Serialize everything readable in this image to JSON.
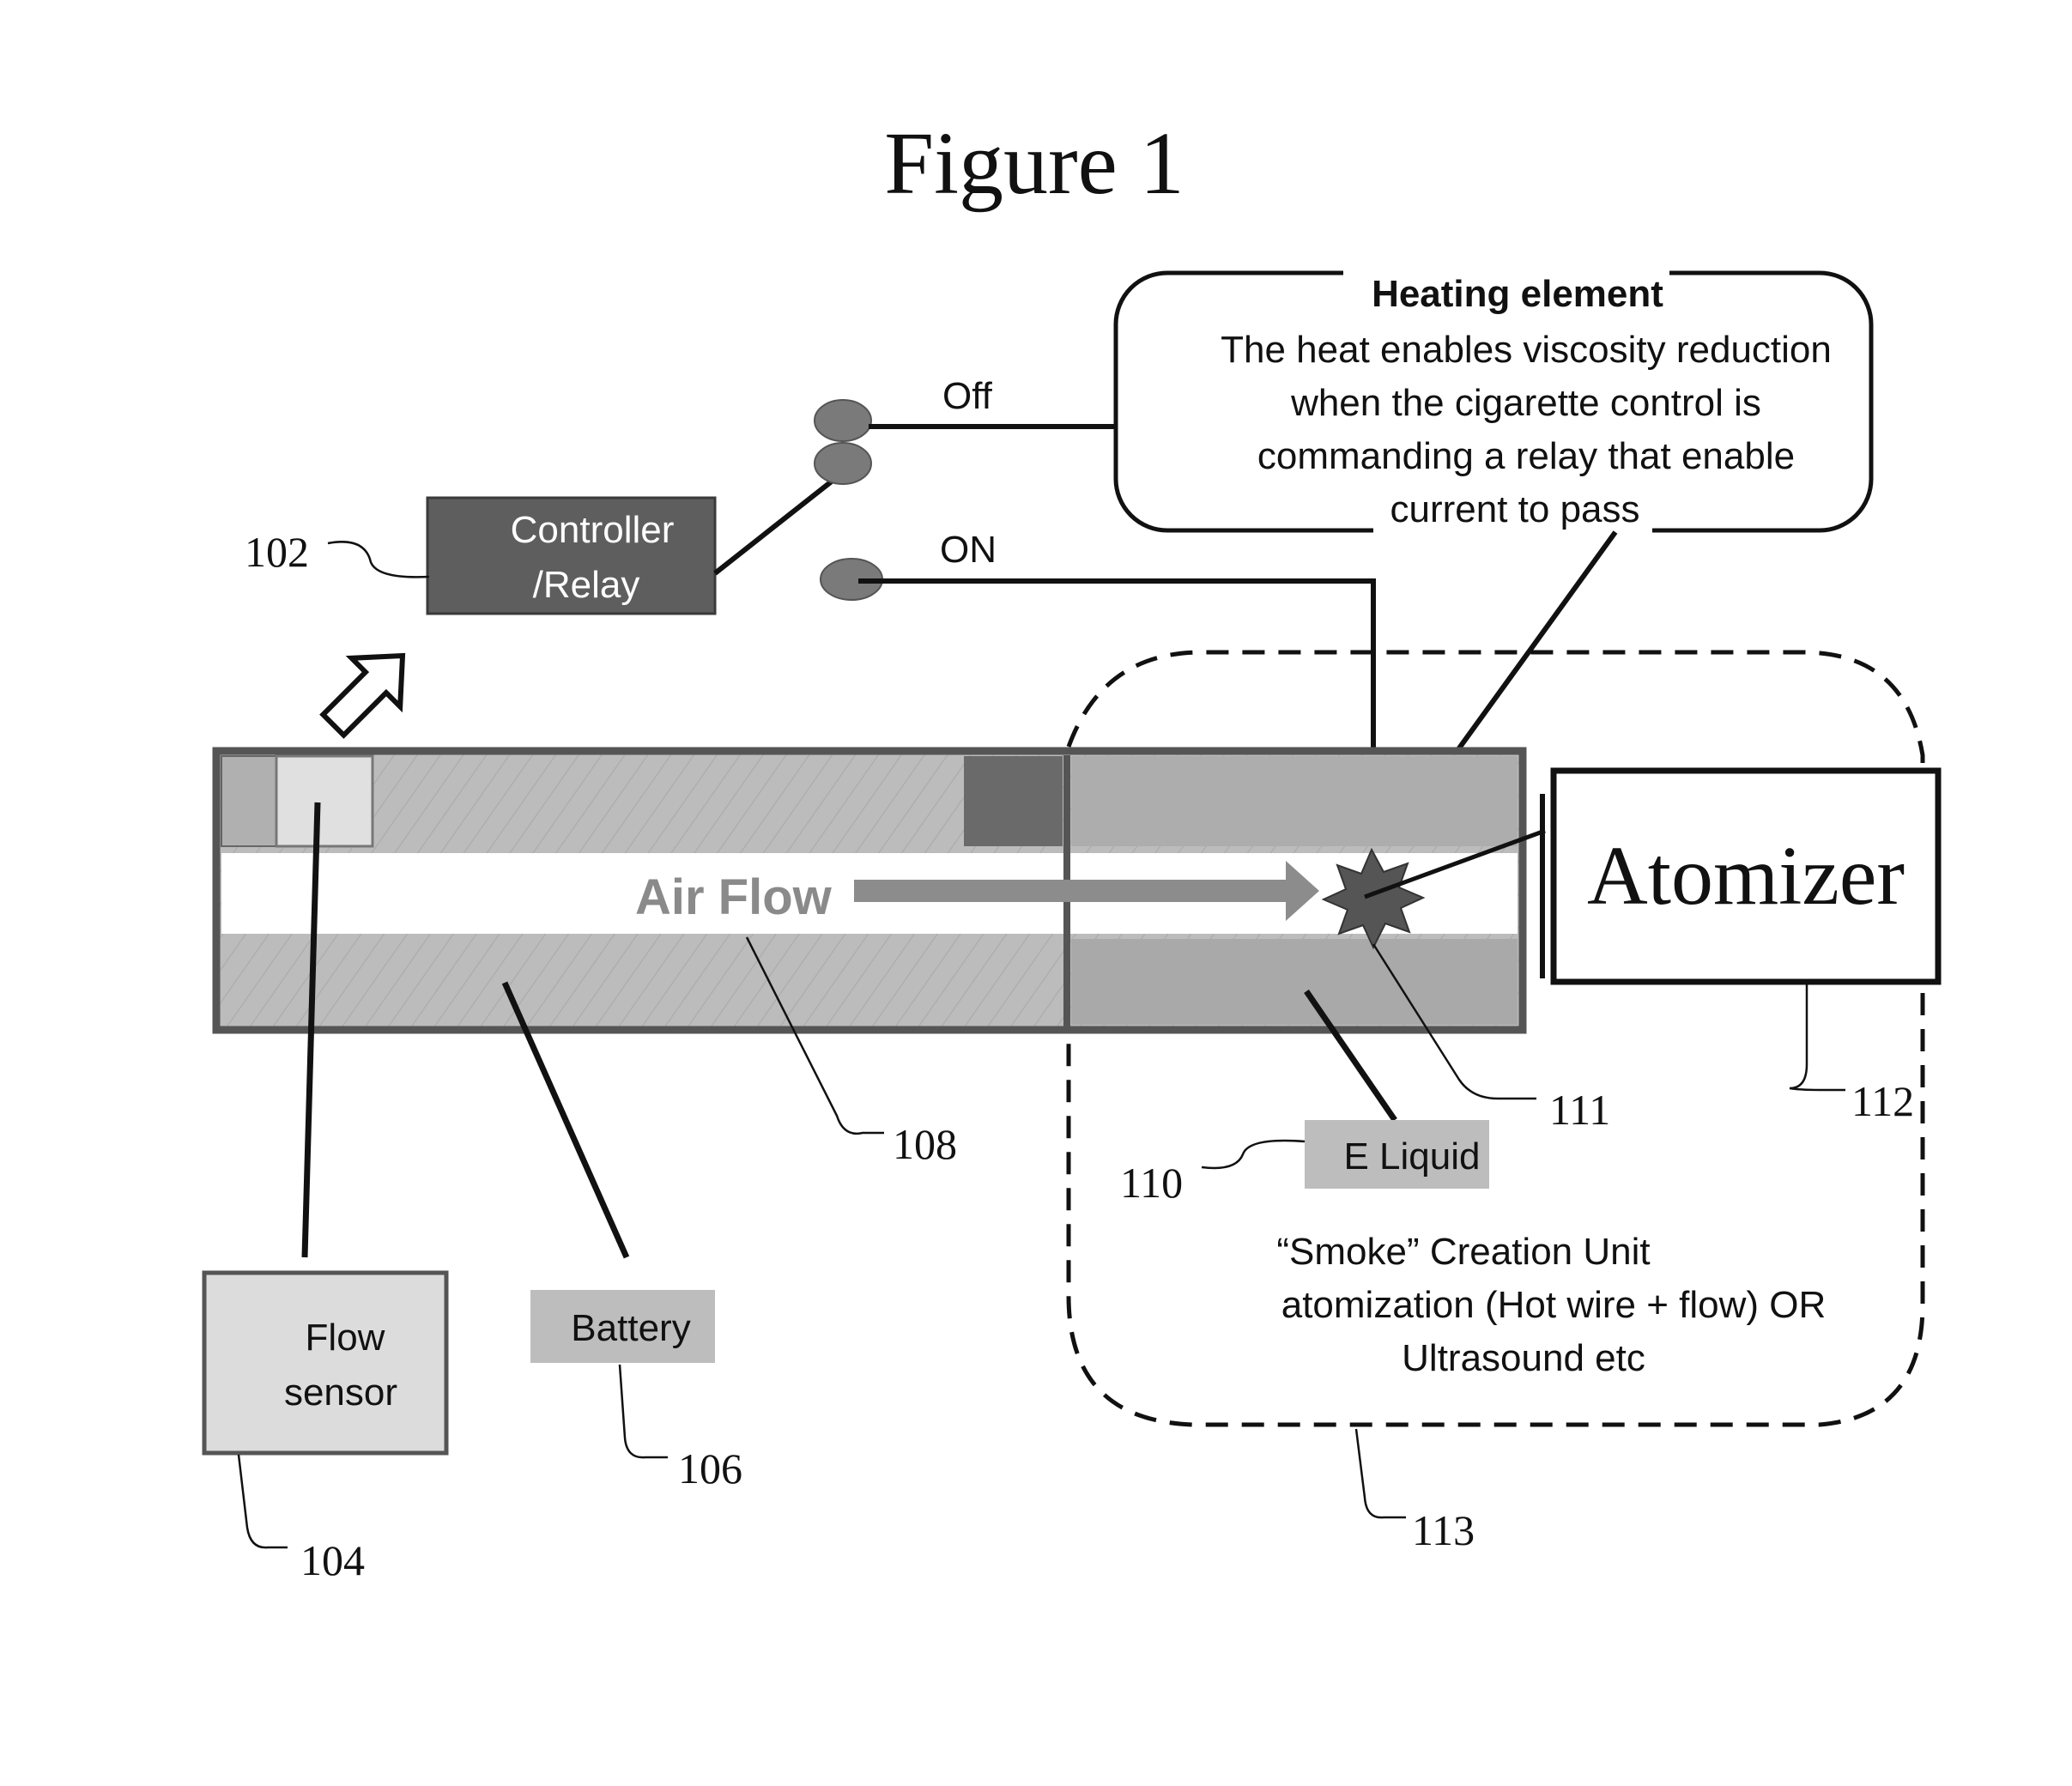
{
  "title": "Figure 1",
  "heating_element": {
    "heading": "Heating element",
    "lines": [
      "The heat enables viscosity reduction",
      "when  the cigarette control is",
      "commanding a relay that enable",
      "current to pass"
    ]
  },
  "switch": {
    "off_label": "Off",
    "on_label": "ON"
  },
  "controller": {
    "line1": "Controller",
    "line2": "/Relay",
    "ref": "102"
  },
  "airflow": {
    "label": "Air Flow",
    "ref": "108"
  },
  "atomizer": {
    "label": "Atomizer",
    "ref": "112"
  },
  "spark_ref": "111",
  "eliquid": {
    "label": "E Liquid",
    "ref": "110"
  },
  "smoke_unit": {
    "lines": [
      "“Smoke” Creation Unit",
      "atomization (Hot wire + flow) OR",
      "Ultrasound etc"
    ],
    "ref": "113"
  },
  "flow_sensor": {
    "line1": "Flow",
    "line2": "sensor",
    "ref": "104"
  },
  "battery": {
    "label": "Battery",
    "ref": "106"
  },
  "colors": {
    "controller_fill": "#5e5e5e",
    "tube_fill": "#b9b9b9",
    "tube_dark": "#a9a9a9",
    "end_block": "#6a6a6a",
    "switch_contact": "#7a7a7a",
    "airflow_arrow": "#8c8c8c",
    "label_box": "#bdbdbd",
    "sensor_fill": "#dcdcdc"
  }
}
